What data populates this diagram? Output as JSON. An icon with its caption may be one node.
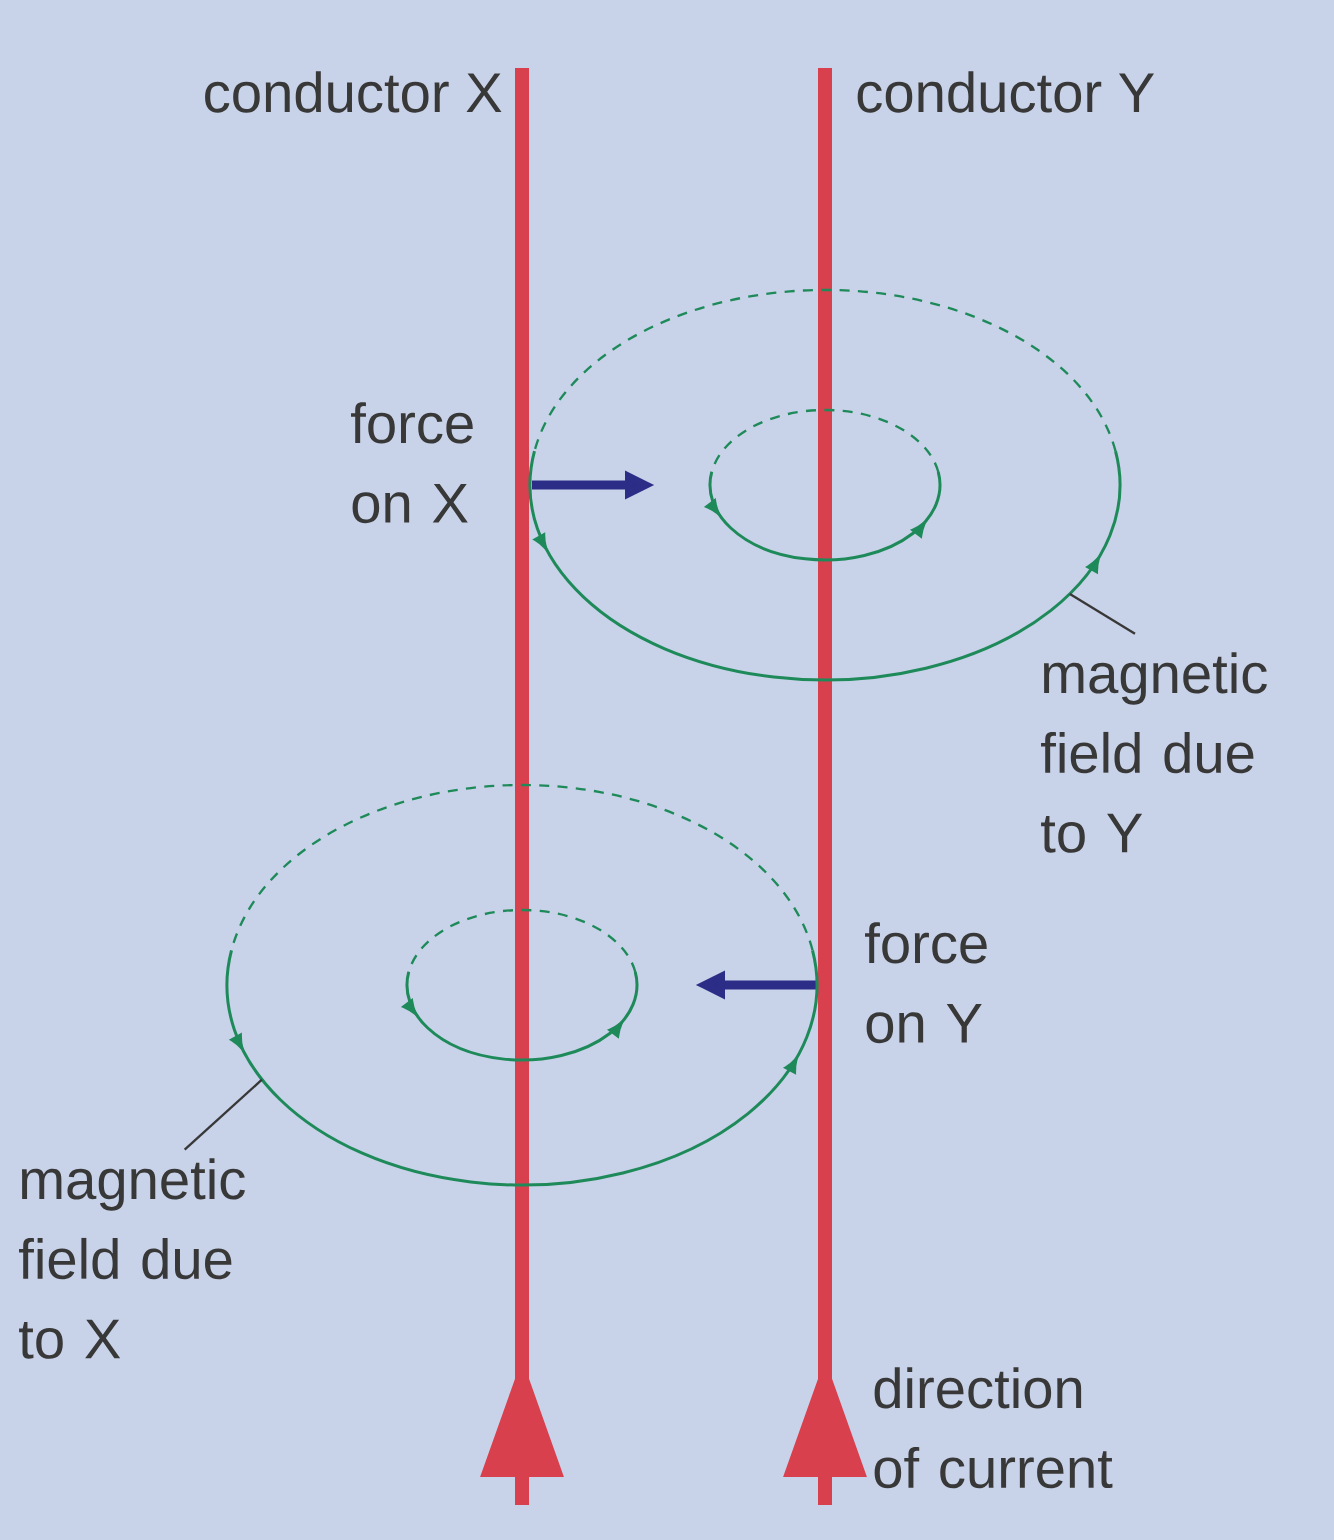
{
  "diagram": {
    "nodes": [
      {
        "text": [],
        "shape": "ellipse"
      },
      {
        "text": [
          "magnetic field due to Y"
        ]
      },
      {
        "text": [],
        "shape": "ellipse"
      },
      {
        "text": [
          "magnetic field due to X"
        ]
      }
    ],
    "edges": [
      {
        "from": 1,
        "to": 0,
        "arrow": "none"
      },
      {
        "from": 3,
        "to": 2,
        "arrow": "none"
      }
    ],
    "labels": [
      "conductor X",
      "conductor Y",
      "force on X",
      "force on Y",
      "direction of current"
    ]
  }
}
